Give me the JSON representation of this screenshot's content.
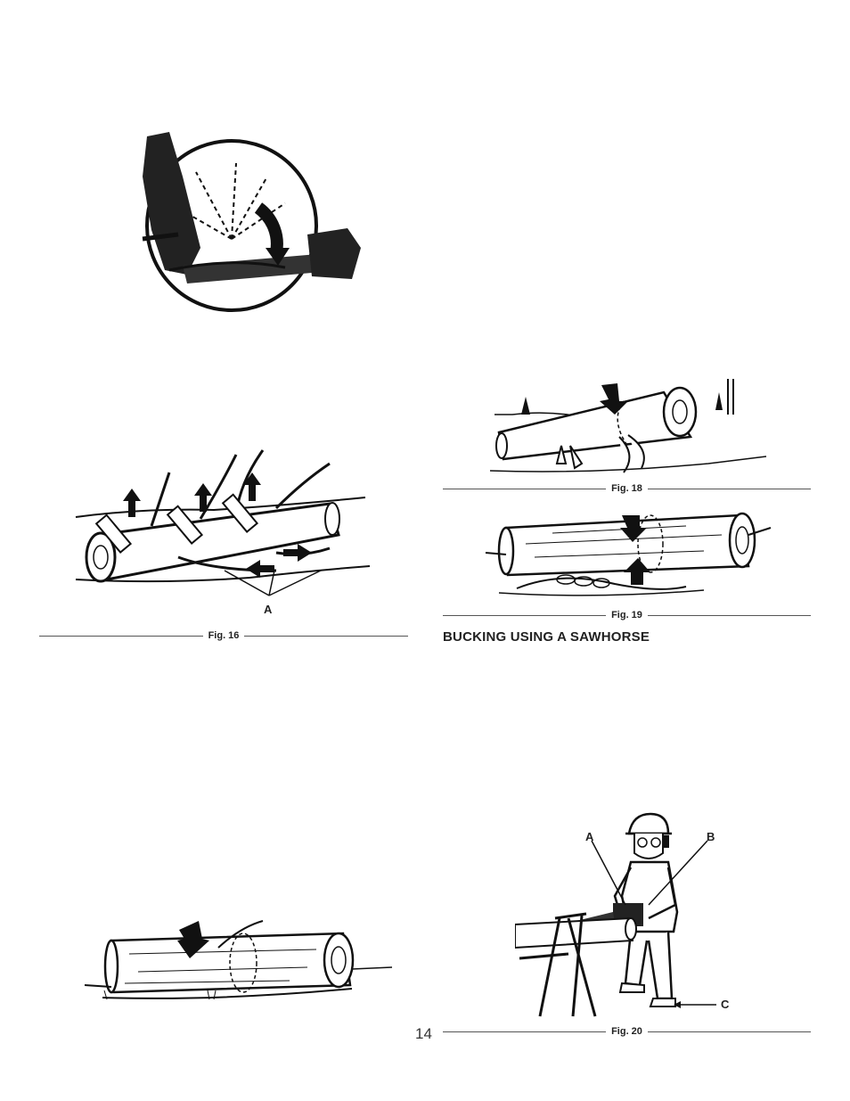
{
  "figures": {
    "kickback": {
      "caption": ""
    },
    "fig16": {
      "caption": "Fig. 16",
      "label_a": "A"
    },
    "fig17": {
      "caption": ""
    },
    "fig18": {
      "caption": "Fig. 18"
    },
    "fig19": {
      "caption": "Fig. 19"
    },
    "fig20": {
      "caption": "Fig. 20",
      "label_a": "A",
      "label_b": "B",
      "label_c": "C"
    }
  },
  "section": {
    "heading": "BUCKING USING A SAWHORSE"
  },
  "page": {
    "number": "14"
  },
  "colors": {
    "ink": "#111111",
    "rule": "#555555",
    "paper": "#ffffff"
  },
  "icons": [
    "arrow-down-icon",
    "arrow-up-icon",
    "arrow-left-icon",
    "arrow-right-icon"
  ]
}
